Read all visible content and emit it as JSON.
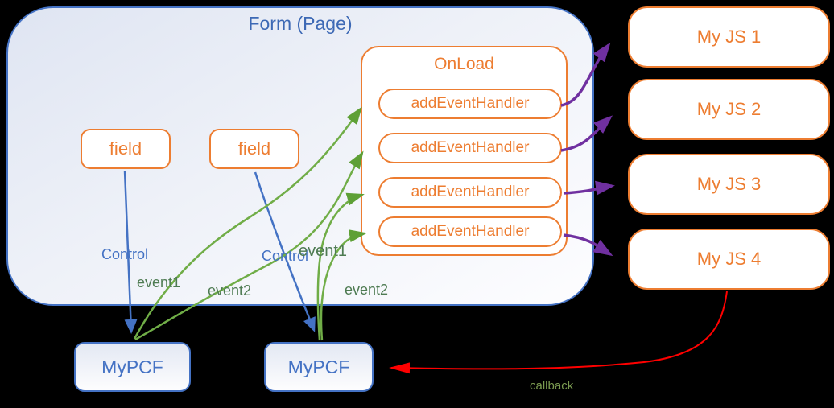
{
  "background": "#000000",
  "colors": {
    "orange": "#ED7D31",
    "blue": "#4472C4",
    "green": "#70AD47",
    "purple": "#7030A0",
    "red": "#FF0000",
    "form_fill_top": "#DFE5F2",
    "form_fill_bottom": "#FDFDFF"
  },
  "form": {
    "title": "Form (Page)"
  },
  "fields": [
    "field",
    "field"
  ],
  "onload": {
    "title": "OnLoad",
    "handlers": [
      "addEventHandler",
      "addEventHandler",
      "addEventHandler",
      "addEventHandler"
    ]
  },
  "myjs": [
    "My JS 1",
    "My JS 2",
    "My JS 3",
    "My JS 4"
  ],
  "mypcf": [
    "MyPCF",
    "MyPCF"
  ],
  "edge_labels": {
    "control1": "Control",
    "control2": "Control",
    "event1a": "event1",
    "event2a": "event2",
    "event1b": "event1",
    "event2b": "event2",
    "callback": "callback"
  }
}
